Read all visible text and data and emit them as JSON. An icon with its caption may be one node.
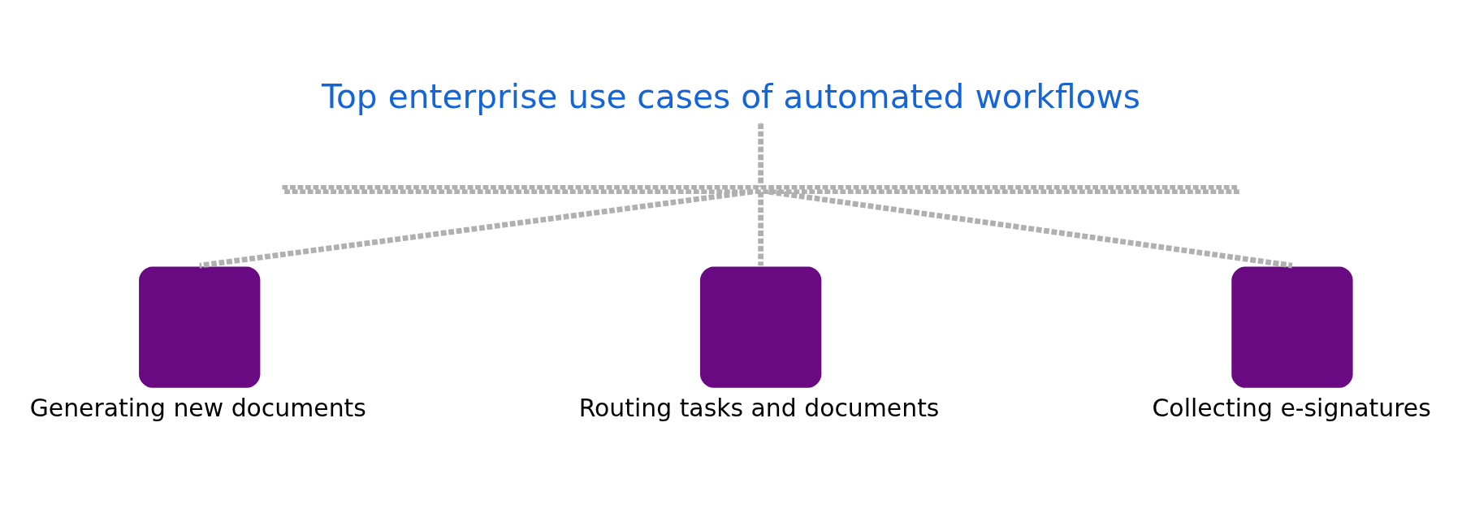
{
  "diagram": {
    "title": "Top enterprise use cases of automated workflows",
    "nodes": [
      {
        "text": [],
        "shape": "bar"
      },
      {
        "text": [
          "Generating new documents"
        ]
      },
      {
        "text": [
          "Routing tasks and documents"
        ]
      },
      {
        "text": [
          "Collecting e-signatures"
        ]
      }
    ],
    "edges": [
      {
        "from": null,
        "to": 0,
        "arrow": "none",
        "style": "dashed"
      },
      {
        "from": 0,
        "to": 1,
        "arrow": "none",
        "style": "dashed"
      },
      {
        "from": 0,
        "to": 2,
        "arrow": "none",
        "style": "dashed"
      },
      {
        "from": 0,
        "to": 3,
        "arrow": "none",
        "style": "dashed"
      }
    ]
  }
}
